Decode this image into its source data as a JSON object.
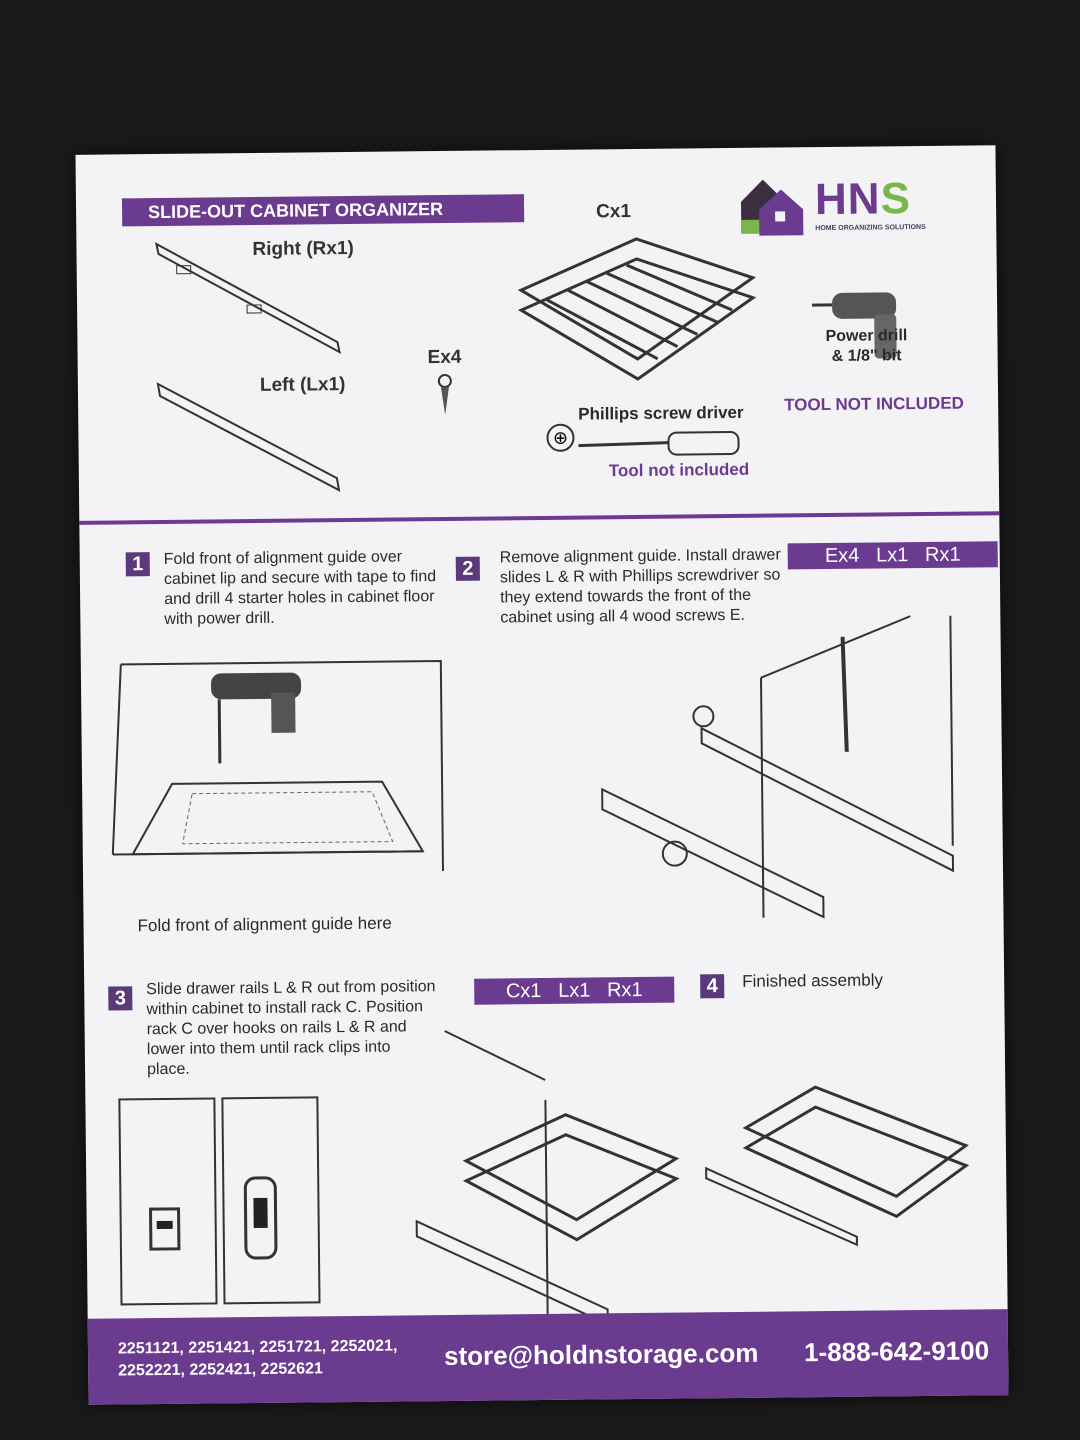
{
  "header": {
    "title": "SLIDE-OUT CABINET ORGANIZER"
  },
  "logo": {
    "brand": "HNS",
    "tagline": "HOME ORGANIZING SOLUTIONS"
  },
  "parts": {
    "right": "Right (Rx1)",
    "left": "Left (Lx1)",
    "screws": "Ex4",
    "rack": "Cx1"
  },
  "tools": {
    "drill": "Power drill & 1/8\" bit",
    "drill_note": "TOOL NOT INCLUDED",
    "screwdriver": "Phillips screw driver",
    "screwdriver_note": "Tool not included"
  },
  "steps": [
    {
      "num": "1",
      "text": "Fold front of alignment guide over cabinet lip and secure with tape to find and drill 4 starter holes in cabinet floor with power drill.",
      "caption": "Fold front of alignment guide here"
    },
    {
      "num": "2",
      "text": "Remove alignment guide. Install drawer slides L & R with Phillips screwdriver so they extend towards the front of the cabinet using all 4 wood screws E.",
      "parts": "Ex4   Lx1   Rx1"
    },
    {
      "num": "3",
      "text": "Slide drawer rails L & R out from position within cabinet to install rack C. Position rack C over hooks on rails L & R and lower into them until rack clips into place.",
      "parts": "Cx1   Lx1   Rx1"
    },
    {
      "num": "4",
      "text": "Finished assembly"
    }
  ],
  "footer": {
    "models_line1": "2251121, 2251421, 2251721, 2252021,",
    "models_line2": "2252221, 2252421, 2252621",
    "email": "store@holdnstorage.com",
    "phone": "1-888-642-9100"
  },
  "colors": {
    "accent": "#6a3b8f",
    "green": "#7ab648"
  }
}
